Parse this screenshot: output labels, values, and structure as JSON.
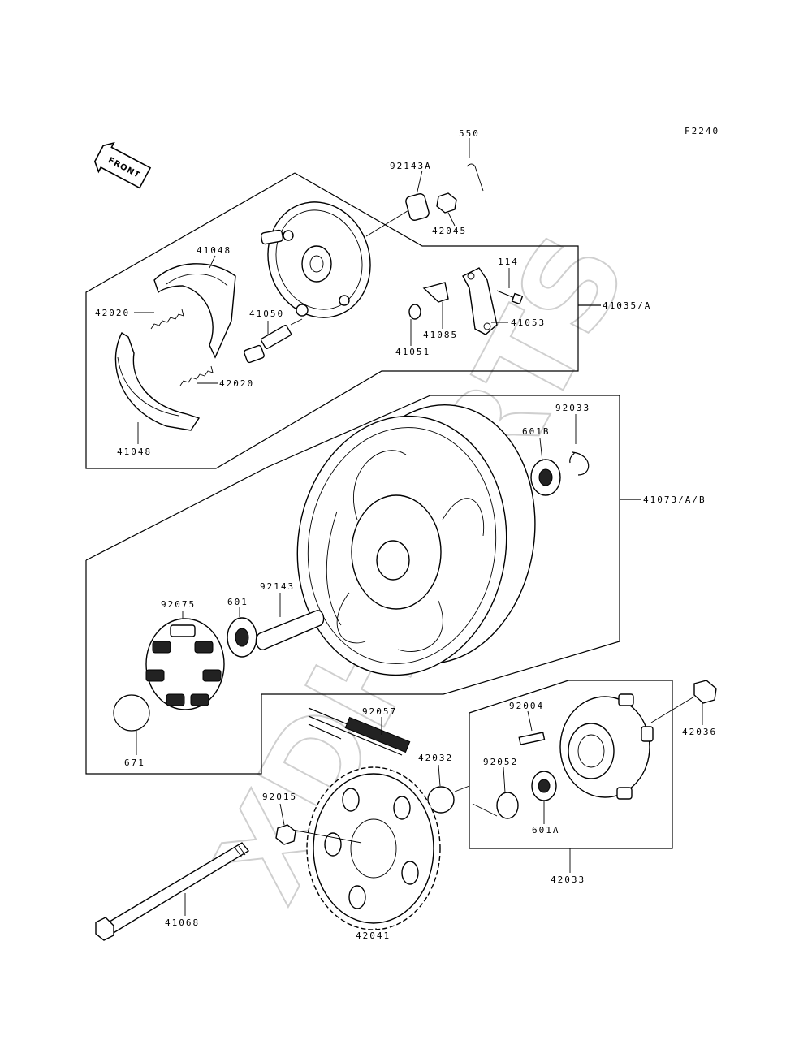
{
  "figure_code": "F2240",
  "front_marker": "FRONT",
  "watermark": "XDHPARTS",
  "labels": {
    "p550": "550",
    "p92143a": "92143A",
    "p42045": "42045",
    "p41048_top": "41048",
    "p42020_top": "42020",
    "p41050": "41050",
    "p114": "114",
    "p41035a": "41035/A",
    "p41051": "41051",
    "p41085": "41085",
    "p41053": "41053",
    "p42020_bottom": "42020",
    "p41048_bottom": "41048",
    "p92033": "92033",
    "p601b": "601B",
    "p41073ab": "41073/A/B",
    "p92075": "92075",
    "p601": "601",
    "p92143": "92143",
    "p671": "671",
    "p92057": "92057",
    "p92004": "92004",
    "p42036": "42036",
    "p42032": "42032",
    "p92052": "92052",
    "p92015": "92015",
    "p601a": "601A",
    "p42033": "42033",
    "p41068": "41068",
    "p42041": "42041"
  }
}
